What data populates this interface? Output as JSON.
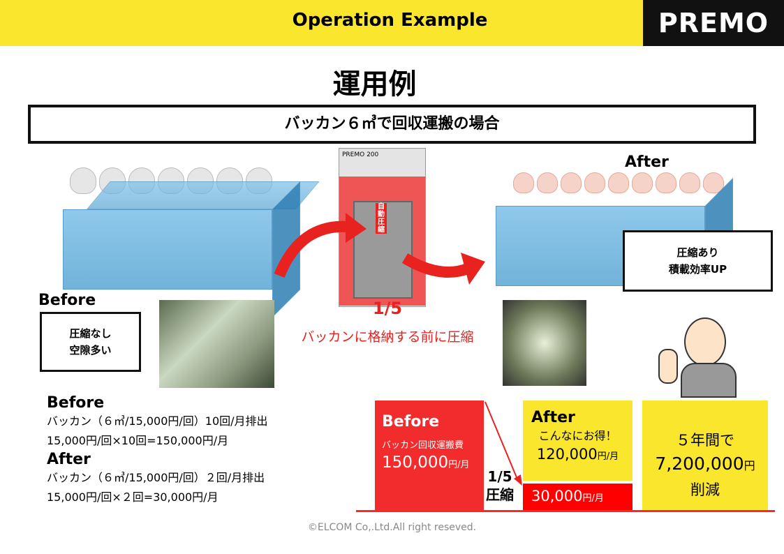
{
  "header": {
    "title": "Operation Example",
    "logo": "PREMO"
  },
  "page_title": "運用例",
  "subtitle": "バッカン６㎥で回収運搬の場合",
  "illustration": {
    "before_label": "Before",
    "after_label": "After",
    "machine_label": "PREMO 200",
    "machine_sign": "自動圧縮",
    "before_callout": [
      "圧縮なし",
      "空隙多い"
    ],
    "after_callout": [
      "圧縮あり",
      "積載効率UP"
    ],
    "ratio": "1/5",
    "caption": "バッカンに格納する前に圧縮"
  },
  "calc": {
    "before_heading": "Before",
    "before_lines": [
      "バッカン（６㎥/15,000円/回）10回/月排出",
      "15,000円/回×10回=150,000円/月"
    ],
    "after_heading": "After",
    "after_lines": [
      "バッカン（６㎥/15,000円/回）２回/月排出",
      "15,000円/回×２回=30,000円/月"
    ]
  },
  "summary": {
    "before_title": "Before",
    "before_sub": "バッカン回収運搬費",
    "before_amount": "150,000",
    "before_unit": "円/月",
    "ratio": "1/5",
    "ratio_sub": "圧縮",
    "after_title": "After",
    "after_sub": "こんなにお得！",
    "after_amount": "120,000",
    "after_unit": "円/月",
    "after_cost": "30,000",
    "after_cost_unit": "円/月",
    "total_l1": "５年間で",
    "total_amount": "7,200,000",
    "total_unit": "円",
    "total_l3": "削減"
  },
  "colors": {
    "yellow": "#fae62d",
    "red": "#f22c2c"
  },
  "footer": "©ELCOM Co,.Ltd.All right reseved."
}
